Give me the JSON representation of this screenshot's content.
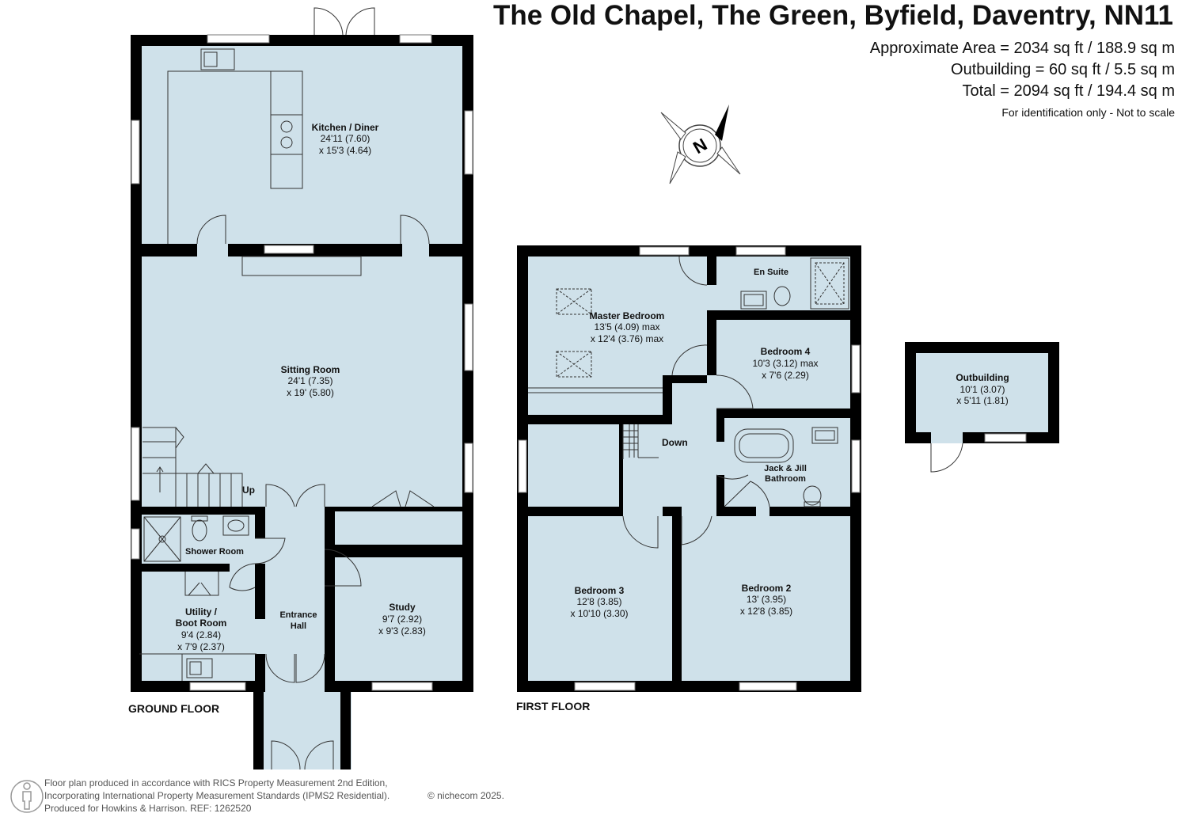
{
  "title": "The Old Chapel, The Green, Byfield, Daventry, NN11",
  "areas": {
    "approximate": "Approximate Area = 2034 sq ft / 188.9 sq m",
    "outbuilding": "Outbuilding = 60 sq ft / 5.5 sq m",
    "total": "Total = 2094 sq ft / 194.4 sq m",
    "note": "For identification only - Not to scale"
  },
  "compass": {
    "label": "N",
    "icon": "north-compass-icon"
  },
  "floors": {
    "ground": "GROUND FLOOR",
    "first": "FIRST FLOOR"
  },
  "rooms": {
    "kitchen": {
      "name": "Kitchen / Diner",
      "dim1": "24'11 (7.60)",
      "dim2": "x 15'3 (4.64)"
    },
    "sitting": {
      "name": "Sitting Room",
      "dim1": "24'1 (7.35)",
      "dim2": "x 19' (5.80)"
    },
    "shower": {
      "name": "Shower Room"
    },
    "utility": {
      "name1": "Utility /",
      "name2": "Boot Room",
      "dim1": "9'4 (2.84)",
      "dim2": "x 7'9 (2.37)"
    },
    "hall": {
      "name1": "Entrance",
      "name2": "Hall"
    },
    "study": {
      "name": "Study",
      "dim1": "9'7 (2.92)",
      "dim2": "x 9'3 (2.83)"
    },
    "up": "Up",
    "master": {
      "name": "Master Bedroom",
      "dim1": "13'5 (4.09) max",
      "dim2": "x 12'4 (3.76) max"
    },
    "ensuite": {
      "name": "En Suite"
    },
    "bed4": {
      "name": "Bedroom 4",
      "dim1": "10'3 (3.12) max",
      "dim2": "x 7'6 (2.29)"
    },
    "down": "Down",
    "jj": {
      "name1": "Jack & Jill",
      "name2": "Bathroom"
    },
    "bed3": {
      "name": "Bedroom 3",
      "dim1": "12'8 (3.85)",
      "dim2": "x 10'10 (3.30)"
    },
    "bed2": {
      "name": "Bedroom 2",
      "dim1": "13' (3.95)",
      "dim2": "x 12'8 (3.85)"
    },
    "outbuilding": {
      "name": "Outbuilding",
      "dim1": "10'1 (3.07)",
      "dim2": "x 5'11 (1.81)"
    }
  },
  "footer": {
    "line1": "Floor plan produced in accordance with RICS Property Measurement 2nd Edition,",
    "line2": "Incorporating International Property Measurement Standards (IPMS2 Residential).",
    "line3": "Produced for Howkins & Harrison.   REF: 1262520",
    "copyright": "© nichecom 2025.",
    "icon": "person-icon"
  },
  "colors": {
    "floor": "#cfe1ea",
    "wall": "#000000"
  }
}
